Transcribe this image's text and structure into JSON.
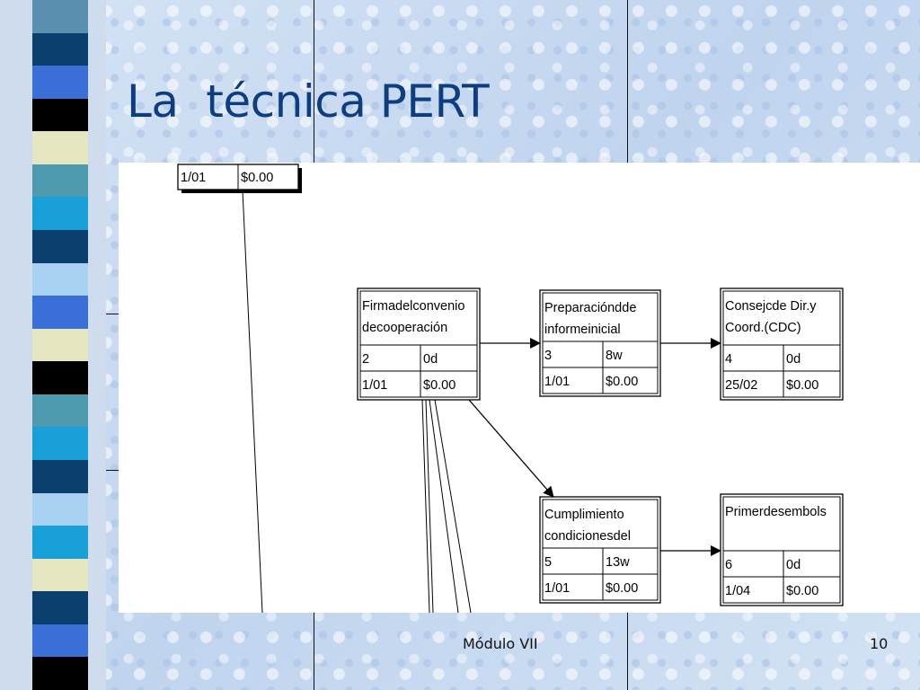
{
  "slide": {
    "title": "La  técnica PERT",
    "footer": "Módulo VII",
    "page_number": "10"
  },
  "nodes": [
    {
      "id": "start",
      "name": "",
      "name2": "",
      "id_num": "",
      "duration": "",
      "date": "1/01",
      "cost": "$0.00"
    },
    {
      "id": "n2",
      "name": "Firmadelconvenio",
      "name2": "decooperación",
      "id_num": "2",
      "duration": "0d",
      "date": "1/01",
      "cost": "$0.00"
    },
    {
      "id": "n3",
      "name": "Preparacióndde",
      "name2": "informeinicial",
      "id_num": "3",
      "duration": "8w",
      "date": "1/01",
      "cost": "$0.00"
    },
    {
      "id": "n4",
      "name": "Consejcde Dir.y",
      "name2": "Coord.(CDC)",
      "id_num": "4",
      "duration": "0d",
      "date": "25/02",
      "cost": "$0.00"
    },
    {
      "id": "n5",
      "name": "Cumplimiento",
      "name2": "condicionesdel",
      "id_num": "5",
      "duration": "13w",
      "date": "1/01",
      "cost": "$0.00"
    },
    {
      "id": "n6",
      "name": "Primerdesembols",
      "name2": "",
      "id_num": "6",
      "duration": "0d",
      "date": "1/04",
      "cost": "$0.00"
    }
  ],
  "edges": [
    {
      "from": "start",
      "to": "n2"
    },
    {
      "from": "n2",
      "to": "n3"
    },
    {
      "from": "n3",
      "to": "n4"
    },
    {
      "from": "n2",
      "to": "n5"
    },
    {
      "from": "n5",
      "to": "n6"
    }
  ],
  "colors": {
    "title": "#0f3e80",
    "stripes": [
      "#5a8fb0",
      "#0b3f6e",
      "#3a6fd8",
      "#000000",
      "#e6e6c0",
      "#4e9bb0",
      "#19a0d8",
      "#0b3f6e",
      "#a9d2f2",
      "#3a6fd8",
      "#e6e6c0",
      "#000000",
      "#4e9bb0",
      "#19a0d8",
      "#0b3f6e",
      "#a9d2f2",
      "#19a0d8",
      "#e6e6c0",
      "#0b3f6e",
      "#3a6fd8",
      "#000000"
    ]
  }
}
